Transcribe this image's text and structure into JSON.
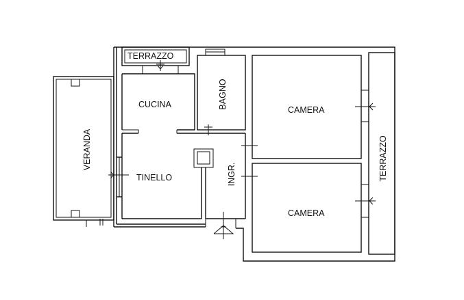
{
  "rooms": {
    "terrazzo_top": "TERRAZZO",
    "cucina": "CUCINA",
    "bagno": "BAGNO",
    "camera_top": "CAMERA",
    "veranda": "VERANDA",
    "tinello": "TINELLO",
    "ingresso": "INGR.",
    "terrazzo_right": "TERRAZZO",
    "camera_bottom": "CAMERA"
  }
}
